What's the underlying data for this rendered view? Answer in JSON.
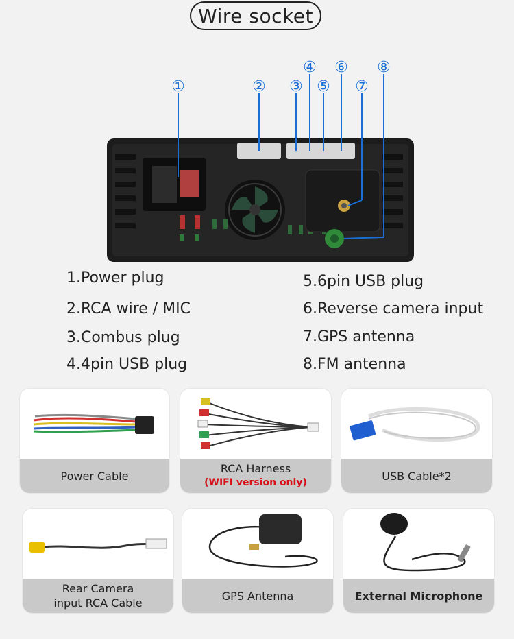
{
  "title": "Wire socket",
  "markers": [
    "①",
    "②",
    "③",
    "④",
    "⑤",
    "⑥",
    "⑦",
    "⑧"
  ],
  "legend": [
    {
      "text": "1.Power plug"
    },
    {
      "text": "2.RCA wire / MIC"
    },
    {
      "text": "3.Combus plug"
    },
    {
      "text": "4.4pin USB plug"
    },
    {
      "text": "5.6pin USB plug"
    },
    {
      "text": "6.Reverse camera input"
    },
    {
      "text": "7.GPS antenna"
    },
    {
      "text": "8.FM antenna"
    }
  ],
  "accessories": [
    {
      "label": "Power Cable"
    },
    {
      "label": "RCA Harness",
      "note": "(WIFI version only)"
    },
    {
      "label": "USB Cable*2"
    },
    {
      "label_line1": "Rear Camera",
      "label_line2": "input RCA Cable"
    },
    {
      "label": "GPS Antenna"
    },
    {
      "label": "External Microphone"
    }
  ],
  "colors": {
    "marker_blue": "#1a6fd6",
    "note_red": "#d8101a",
    "caption_gray": "#c9c9c9"
  }
}
